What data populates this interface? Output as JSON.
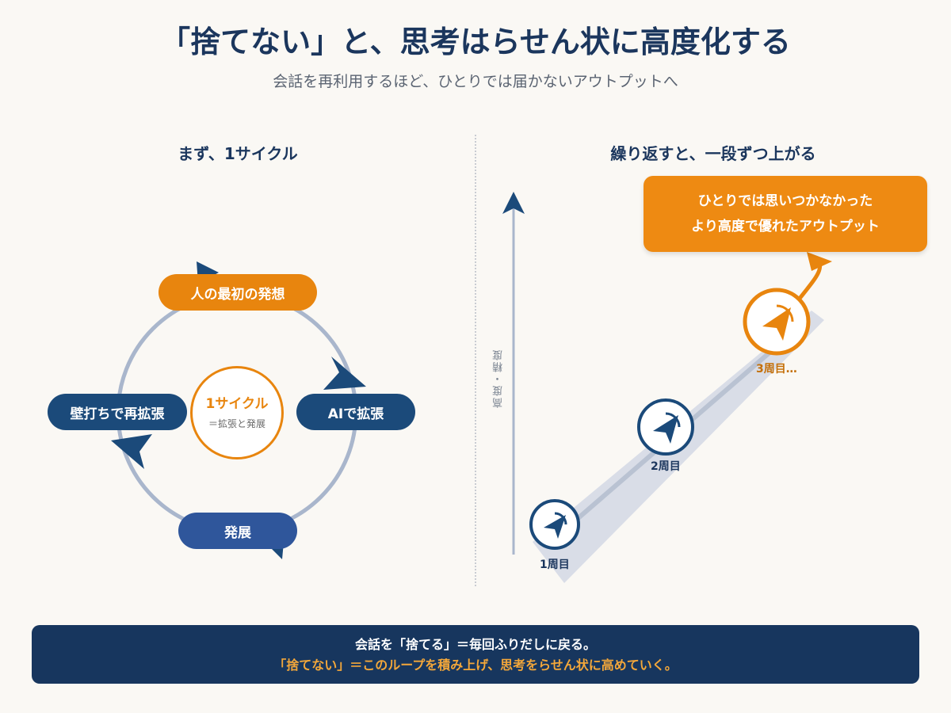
{
  "header": {
    "title": "「捨てない」と、思考はらせん状に高度化する",
    "subtitle": "会話を再利用するほど、ひとりでは届かないアウトプットへ"
  },
  "left_section": {
    "heading": "まず、1サイクル",
    "nodes": {
      "idea": "人の最初の発想",
      "ai_expand": "AIで拡張",
      "develop": "発展",
      "wall": "壁打ちで再拡張"
    },
    "center": {
      "main": "1サイクル",
      "sub": "＝拡張と発展"
    }
  },
  "right_section": {
    "heading": "繰り返すと、一段ずつ上がる",
    "axis_label": "高度・精度",
    "laps": [
      "1周目",
      "2周目",
      "3周目…"
    ],
    "callout_line1": "ひとりでは思いつかなかった",
    "callout_line2": "より高度で優れたアウトプット"
  },
  "footer": {
    "line1": "会話を「捨てる」＝毎回ふりだしに戻る。",
    "line2": "「捨てない」＝このループを積み上げ、思考をらせん状に高めていく。"
  },
  "colors": {
    "navy": "#1b4a7a",
    "orange": "#e8850e",
    "ring": "#a9b6cc",
    "footer_bg": "#17365e"
  }
}
